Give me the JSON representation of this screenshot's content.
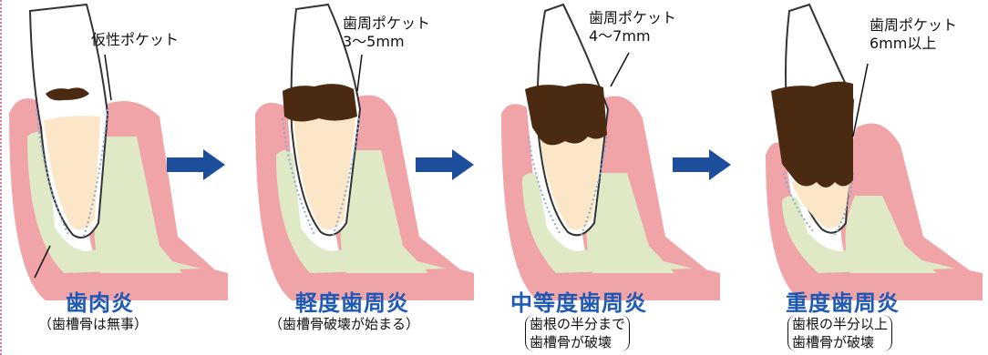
{
  "stages": [
    {
      "pocket_label": "仮性ポケット",
      "pocket_depth": "",
      "title": "歯肉炎",
      "subtitle": [
        "（歯槽骨は無事）"
      ]
    },
    {
      "pocket_label": "歯周ポケット",
      "pocket_depth": "3～5mm",
      "title": "軽度歯周炎",
      "subtitle": [
        "（歯槽骨破壊が始まる）"
      ]
    },
    {
      "pocket_label": "歯周ポケット",
      "pocket_depth": "4～7mm",
      "title": "中等度歯周炎",
      "subtitle": [
        "歯根の半分まで",
        "歯槽骨が破壊"
      ]
    },
    {
      "pocket_label": "歯周ポケット",
      "pocket_depth": "6mm以上",
      "title": "重度歯周炎",
      "subtitle": [
        "歯根の半分以上",
        "歯槽骨が破壊"
      ]
    }
  ],
  "colors": {
    "title": "#1d59b5",
    "arrow": "#1d4e9c",
    "gum": "#f0a4a8",
    "gum_light": "#f9cdd0",
    "bone": "#dfe9c6",
    "tooth": "#fbe7c8",
    "plaque": "#4a2a10"
  }
}
